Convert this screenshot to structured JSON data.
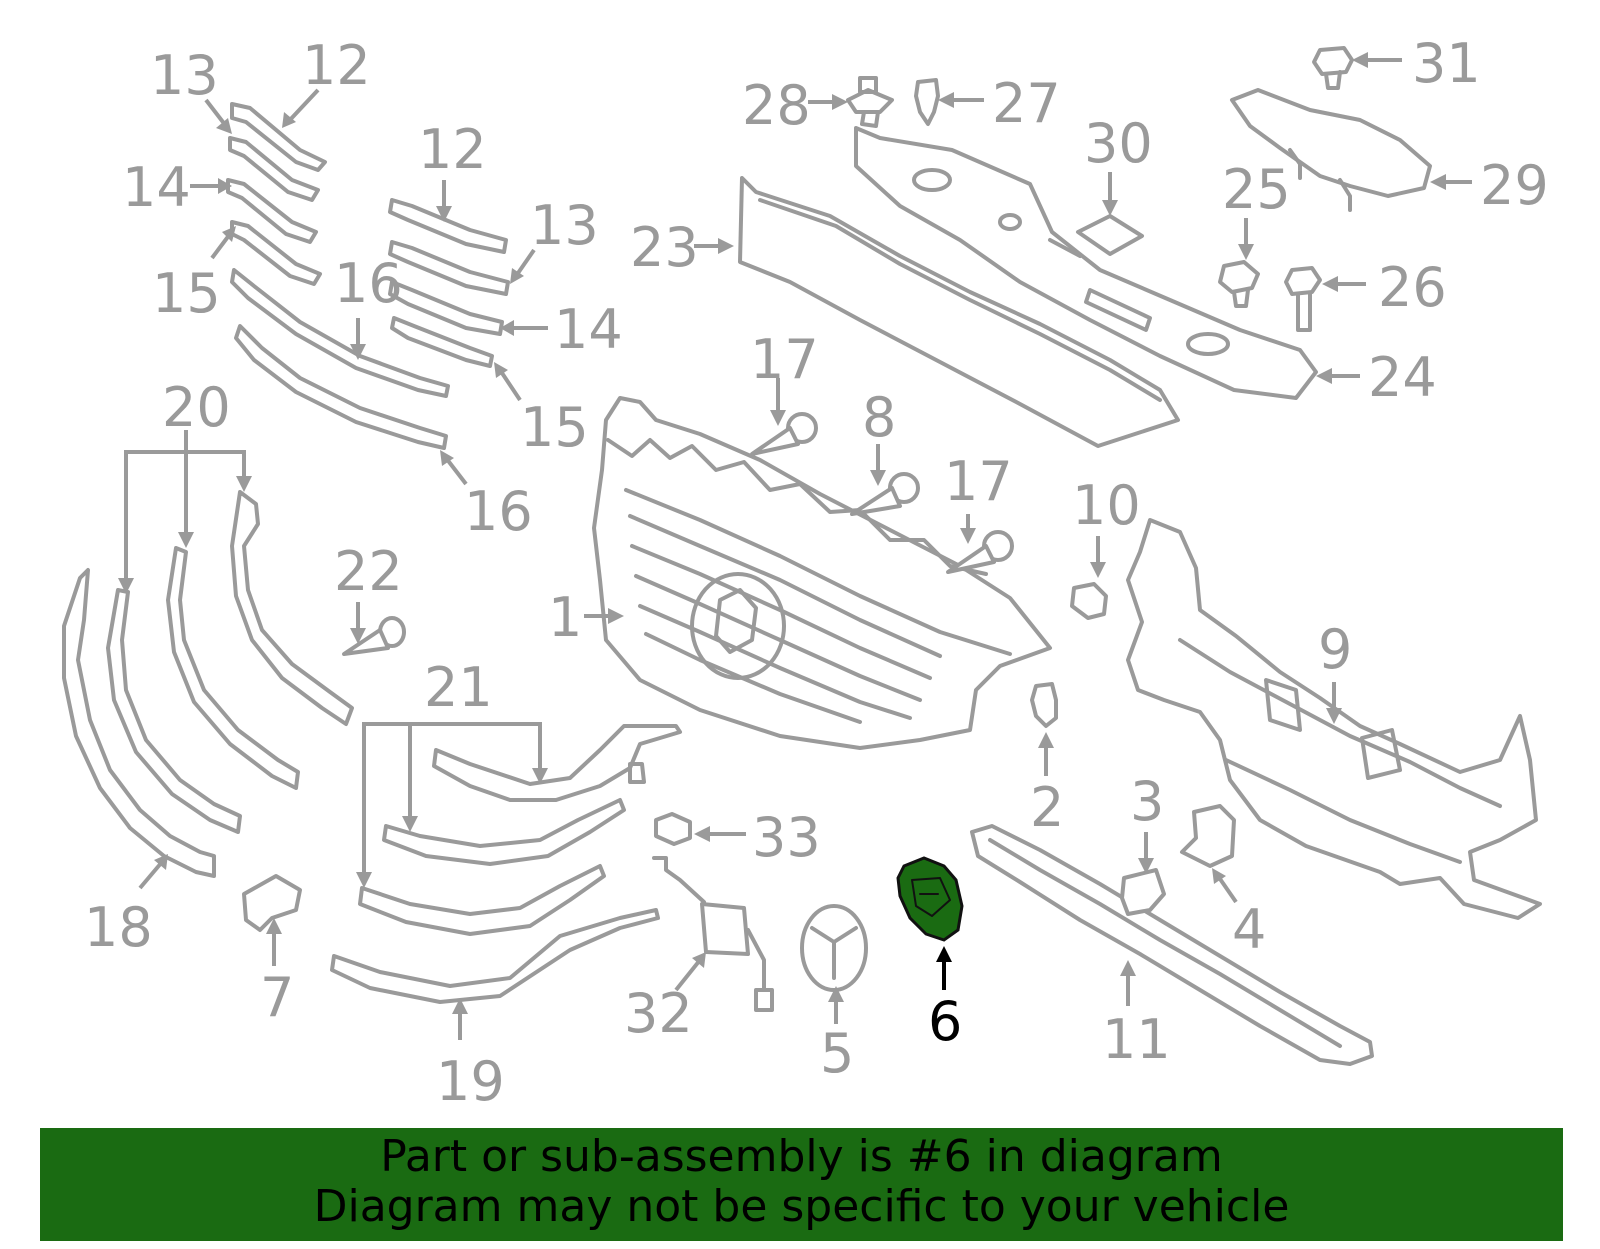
{
  "colors": {
    "line": "#9a9a9a",
    "highlight_part": "#1a6b12",
    "highlight_label": "#000000",
    "banner_bg": "#1a6b12",
    "banner_text": "#000000",
    "background": "#ffffff"
  },
  "callouts": [
    {
      "id": "1",
      "text": "1"
    },
    {
      "id": "2",
      "text": "2"
    },
    {
      "id": "3",
      "text": "3"
    },
    {
      "id": "4",
      "text": "4"
    },
    {
      "id": "5",
      "text": "5"
    },
    {
      "id": "6",
      "text": "6",
      "highlighted": true
    },
    {
      "id": "7",
      "text": "7"
    },
    {
      "id": "8",
      "text": "8"
    },
    {
      "id": "9",
      "text": "9"
    },
    {
      "id": "10",
      "text": "10"
    },
    {
      "id": "11",
      "text": "11"
    },
    {
      "id": "12a",
      "text": "12"
    },
    {
      "id": "12b",
      "text": "12"
    },
    {
      "id": "13a",
      "text": "13"
    },
    {
      "id": "13b",
      "text": "13"
    },
    {
      "id": "14a",
      "text": "14"
    },
    {
      "id": "14b",
      "text": "14"
    },
    {
      "id": "15a",
      "text": "15"
    },
    {
      "id": "15b",
      "text": "15"
    },
    {
      "id": "16a",
      "text": "16"
    },
    {
      "id": "16b",
      "text": "16"
    },
    {
      "id": "17a",
      "text": "17"
    },
    {
      "id": "17b",
      "text": "17"
    },
    {
      "id": "18",
      "text": "18"
    },
    {
      "id": "19",
      "text": "19"
    },
    {
      "id": "20",
      "text": "20"
    },
    {
      "id": "21",
      "text": "21"
    },
    {
      "id": "22",
      "text": "22"
    },
    {
      "id": "23",
      "text": "23"
    },
    {
      "id": "24",
      "text": "24"
    },
    {
      "id": "25",
      "text": "25"
    },
    {
      "id": "26",
      "text": "26"
    },
    {
      "id": "27",
      "text": "27"
    },
    {
      "id": "28",
      "text": "28"
    },
    {
      "id": "29",
      "text": "29"
    },
    {
      "id": "30",
      "text": "30"
    },
    {
      "id": "31",
      "text": "31"
    },
    {
      "id": "32",
      "text": "32"
    },
    {
      "id": "33",
      "text": "33"
    }
  ],
  "banner": {
    "line1": "Part or sub-assembly is #6 in diagram",
    "line2": "Diagram may not be specific to your vehicle"
  }
}
